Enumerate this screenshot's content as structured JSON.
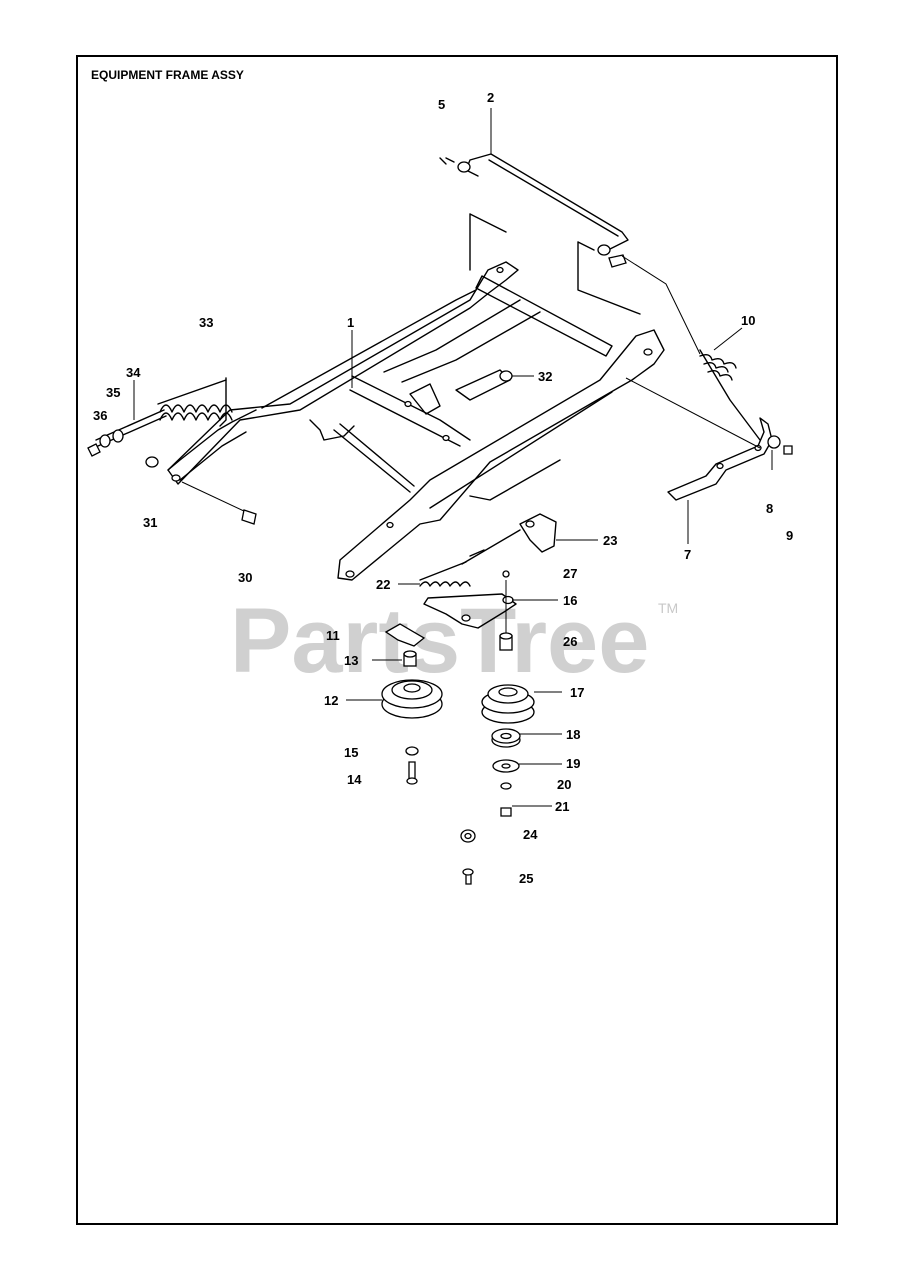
{
  "title": "EQUIPMENT FRAME ASSY",
  "watermark": {
    "text": "PartsTree",
    "trademark": "TM"
  },
  "callouts": [
    {
      "id": "c1",
      "label": "1"
    },
    {
      "id": "c2",
      "label": "2"
    },
    {
      "id": "c5",
      "label": "5"
    },
    {
      "id": "c7",
      "label": "7"
    },
    {
      "id": "c8",
      "label": "8"
    },
    {
      "id": "c9",
      "label": "9"
    },
    {
      "id": "c10",
      "label": "10"
    },
    {
      "id": "c11",
      "label": "11"
    },
    {
      "id": "c12",
      "label": "12"
    },
    {
      "id": "c13",
      "label": "13"
    },
    {
      "id": "c14",
      "label": "14"
    },
    {
      "id": "c15",
      "label": "15"
    },
    {
      "id": "c16",
      "label": "16"
    },
    {
      "id": "c17",
      "label": "17"
    },
    {
      "id": "c18",
      "label": "18"
    },
    {
      "id": "c19",
      "label": "19"
    },
    {
      "id": "c20",
      "label": "20"
    },
    {
      "id": "c21",
      "label": "21"
    },
    {
      "id": "c22",
      "label": "22"
    },
    {
      "id": "c23",
      "label": "23"
    },
    {
      "id": "c24",
      "label": "24"
    },
    {
      "id": "c25",
      "label": "25"
    },
    {
      "id": "c26",
      "label": "26"
    },
    {
      "id": "c27",
      "label": "27"
    },
    {
      "id": "c30",
      "label": "30"
    },
    {
      "id": "c31",
      "label": "31"
    },
    {
      "id": "c32",
      "label": "32"
    },
    {
      "id": "c33",
      "label": "33"
    },
    {
      "id": "c34",
      "label": "34"
    },
    {
      "id": "c35",
      "label": "35"
    },
    {
      "id": "c36",
      "label": "36"
    }
  ]
}
